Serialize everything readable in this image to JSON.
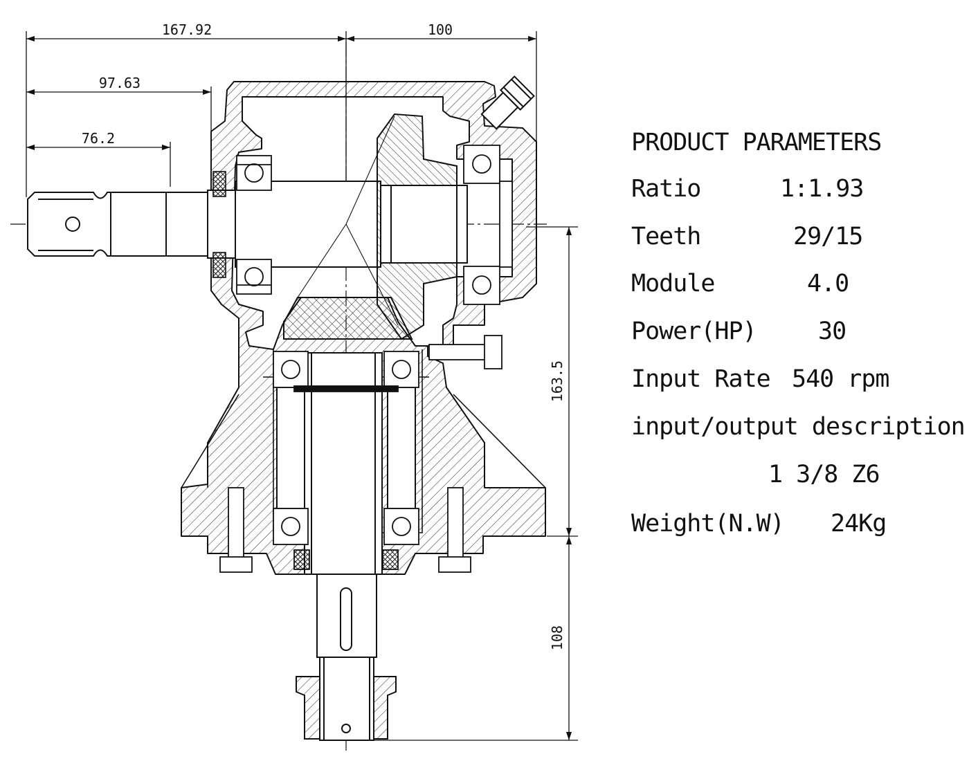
{
  "dimensions": {
    "overall_left": "167.92",
    "overall_right": "100",
    "shaft_groove": "97.63",
    "shaft_length": "76.2",
    "height_upper": "163.5",
    "height_lower": "108"
  },
  "parameters": {
    "title": "PRODUCT PARAMETERS",
    "rows": [
      {
        "label": "Ratio",
        "value": "1:1.93"
      },
      {
        "label": "Teeth",
        "value": "29/15"
      },
      {
        "label": "Module",
        "value": "4.0"
      },
      {
        "label": "Power(HP)",
        "value": "30"
      },
      {
        "label": "Input Rate",
        "value": "540 rpm"
      },
      {
        "label": "input/output description",
        "value": ""
      },
      {
        "label": "",
        "value": "1 3/8 Z6"
      },
      {
        "label": "Weight(N.W)",
        "value": "24Kg"
      }
    ]
  }
}
